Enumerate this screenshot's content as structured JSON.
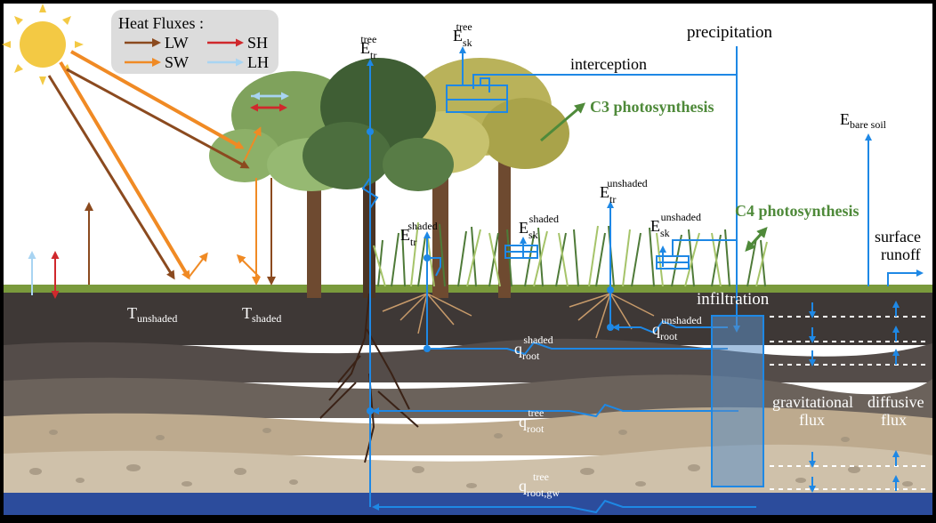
{
  "legend": {
    "title": "Heat Fluxes :",
    "items": [
      {
        "label": "LW",
        "color": "#8B4A1F"
      },
      {
        "label": "SH",
        "color": "#D0282C"
      },
      {
        "label": "SW",
        "color": "#F08A24"
      },
      {
        "label": "LH",
        "color": "#A8D4F2"
      }
    ]
  },
  "colors": {
    "water": "#1E88E5",
    "photosynthesis": "#4F8A3A",
    "soil_dark": "#3E3836",
    "soil_sand": "#BDAA8E",
    "groundwater": "#2C4C9C",
    "sky": "#FFFFFF",
    "grass": "#7A9A3C"
  },
  "labels": {
    "e_tr_tree_base": "E",
    "e_tr_tree_sub": "tr",
    "e_tr_tree_sup": "tree",
    "e_sk_tree_base": "E",
    "e_sk_tree_sub": "sk",
    "e_sk_tree_sup": "tree",
    "precipitation": "precipitation",
    "interception": "interception",
    "c3": "C3 photosynthesis",
    "c4": "C4 photosynthesis",
    "e_bare_base": "E",
    "e_bare_sub": "bare soil",
    "e_tr_unshaded_base": "E",
    "e_tr_unshaded_sub": "tr",
    "e_tr_unshaded_sup": "unshaded",
    "e_tr_shaded_base": "E",
    "e_tr_shaded_sub": "tr",
    "e_tr_shaded_sup": "shaded",
    "e_sk_shaded_base": "E",
    "e_sk_shaded_sub": "sk",
    "e_sk_shaded_sup": "shaded",
    "e_sk_unshaded_base": "E",
    "e_sk_unshaded_sub": "sk",
    "e_sk_unshaded_sup": "unshaded",
    "surface": "surface",
    "runoff": "runoff",
    "infiltration": "infiltration",
    "t_unshaded_base": "T",
    "t_unshaded_sub": "unshaded",
    "t_shaded_base": "T",
    "t_shaded_sub": "shaded",
    "q_unshaded_base": "q",
    "q_unshaded_sub": "root",
    "q_unshaded_sup": "unshaded",
    "q_shaded_base": "q",
    "q_shaded_sub": "root",
    "q_shaded_sup": "shaded",
    "q_tree_base": "q",
    "q_tree_sub": "root",
    "q_tree_sup": "tree",
    "q_gw_base": "q",
    "q_gw_sub": "root,gw",
    "q_gw_sup": "tree",
    "grav1": "gravitational",
    "grav2": "flux",
    "diff1": "diffusive",
    "diff2": "flux"
  }
}
